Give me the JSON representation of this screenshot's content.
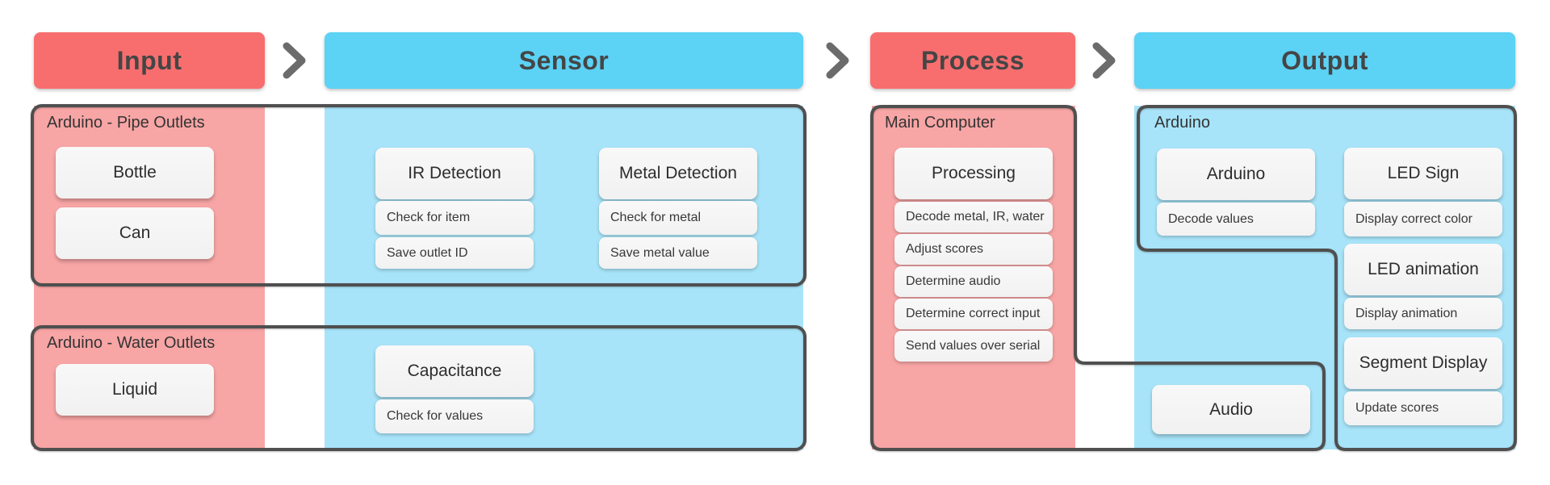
{
  "colors": {
    "header-red": "#f86e6e",
    "header-blue": "#5cd2f5",
    "col-pink": "#f8a5a5",
    "col-blue": "#a8e4f9",
    "outline": "#4f4f4f",
    "chevron": "#6b6b6b",
    "header-text": "#454545",
    "label-text": "#333333",
    "node-text": "#2d2d2d",
    "step-text": "#383838"
  },
  "icons": {
    "separator": "chevron-right"
  },
  "headers": {
    "input": {
      "label": "Input"
    },
    "sensor": {
      "label": "Sensor"
    },
    "process": {
      "label": "Process"
    },
    "output": {
      "label": "Output"
    }
  },
  "groups": {
    "pipe_outlets": {
      "label": "Arduino - Pipe Outlets"
    },
    "water_outlets": {
      "label": "Arduino - Water Outlets"
    },
    "main_computer": {
      "label": "Main Computer"
    },
    "arduino_output": {
      "label": "Arduino"
    }
  },
  "nodes": {
    "bottle": {
      "label": "Bottle"
    },
    "can": {
      "label": "Can"
    },
    "liquid": {
      "label": "Liquid"
    },
    "ir_detection": {
      "label": "IR Detection",
      "steps": [
        "Check for item",
        "Save outlet ID"
      ]
    },
    "metal_detection": {
      "label": "Metal Detection",
      "steps": [
        "Check for metal",
        "Save metal value"
      ]
    },
    "capacitance": {
      "label": "Capacitance",
      "steps": [
        "Check for values"
      ]
    },
    "processing": {
      "label": "Processing",
      "steps": [
        "Decode metal, IR, water",
        "Adjust scores",
        "Determine audio",
        "Determine correct input",
        "Send values over serial"
      ]
    },
    "arduino": {
      "label": "Arduino",
      "steps": [
        "Decode values"
      ]
    },
    "led_sign": {
      "label": "LED Sign",
      "steps": [
        "Display correct color"
      ]
    },
    "led_animation": {
      "label": "LED animation",
      "steps": [
        "Display animation"
      ]
    },
    "segment_display": {
      "label": "Segment Display",
      "steps": [
        "Update scores"
      ]
    },
    "audio": {
      "label": "Audio"
    }
  }
}
